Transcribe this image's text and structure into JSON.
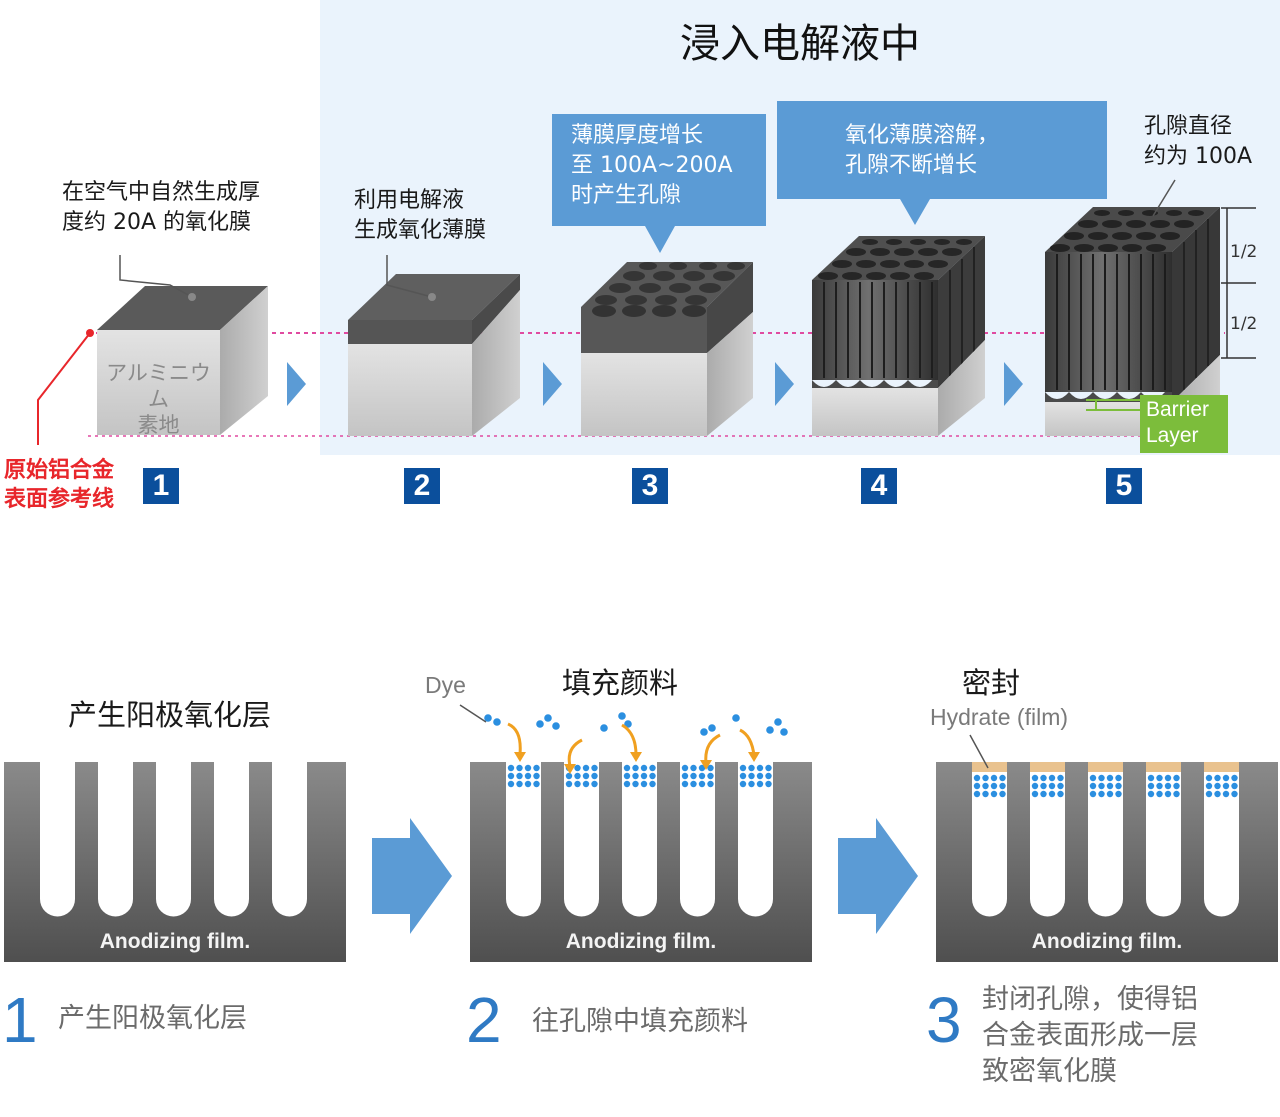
{
  "top": {
    "title": "浸入电解液中",
    "reference_line_label": "原始铝合金\n表面参考线",
    "step1": {
      "label": "在空气中自然生成厚\n度约 20A 的氧化膜",
      "block_text": "アルミニウム\n素地",
      "badge": "1"
    },
    "step2": {
      "label": "利用电解液\n生成氧化薄膜",
      "badge": "2"
    },
    "step3": {
      "callout": "薄膜厚度增长\n至 100A~200A\n时产生孔隙",
      "badge": "3"
    },
    "step4": {
      "callout": "氧化薄膜溶解，\n孔隙不断增长",
      "badge": "4"
    },
    "step5": {
      "label": "孔隙直径\n约为 100A",
      "barrier": "Barrier\nLayer",
      "half_top": "1/2",
      "half_bottom": "1/2",
      "badge": "5"
    }
  },
  "bottom": {
    "panel1": {
      "heading": "产生阳极氧化层",
      "film": "Anodizing film.",
      "number": "1",
      "description": "产生阳极氧化层"
    },
    "panel2": {
      "heading": "填充颜料",
      "dye": "Dye",
      "film": "Anodizing film.",
      "number": "2",
      "description": "往孔隙中填充颜料"
    },
    "panel3": {
      "heading": "密封",
      "hydrate": "Hydrate (film)",
      "film": "Anodizing film.",
      "number": "3",
      "description": "封闭孔隙，使得铝\n合金表面形成一层\n致密氧化膜"
    }
  },
  "colors": {
    "panel_bg": "#eaf3fc",
    "callout": "#5b9bd5",
    "badge": "#0b4f9c",
    "arrow": "#5b9bd5",
    "reference": "#e8262b",
    "barrier": "#7cbd3b",
    "film_grey": "#6f6f6f",
    "dye": "#2b8fe0",
    "hydrate": "#e9c28e"
  }
}
